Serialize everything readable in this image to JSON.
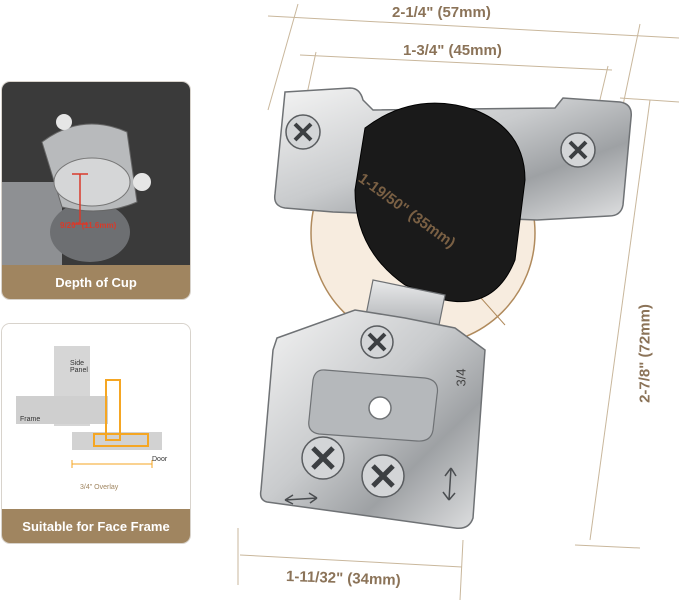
{
  "dimensions": {
    "overall_width": "2-1/4\" (57mm)",
    "screw_span": "1-3/4\" (45mm)",
    "cup_diameter": "1-19/50\" (35mm)",
    "height": "2-7/8\" (72mm)",
    "arm_width": "1-11/32\" (34mm)"
  },
  "cards": {
    "cup": {
      "caption": "Depth of Cup",
      "measure": "9/20\" (11.6mm)"
    },
    "frame": {
      "caption": "Suitable for Face Frame",
      "side_panel": "Side Panel",
      "frame": "Frame",
      "door": "Door",
      "overlay": "3/4\" Overlay"
    }
  },
  "hinge": {
    "overlay_mark": "3/4"
  },
  "colors": {
    "band": "#a08560",
    "dim_text": "#8b7358",
    "accent_red": "#d83a2a",
    "accent_orange": "#f5a623"
  }
}
